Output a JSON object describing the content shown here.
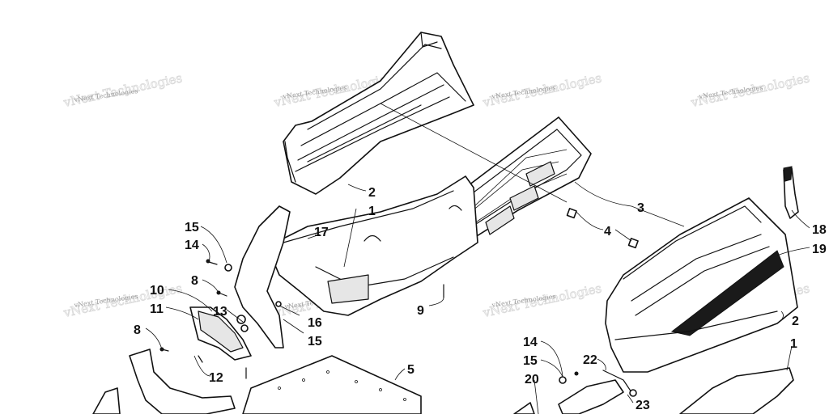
{
  "watermark": {
    "text": "vNext Technologies",
    "overlay": "vNext Technologies"
  },
  "callouts": [
    {
      "id": "c1a",
      "label": "1"
    },
    {
      "id": "c1b",
      "label": "1"
    },
    {
      "id": "c2a",
      "label": "2"
    },
    {
      "id": "c2b",
      "label": "2"
    },
    {
      "id": "c3",
      "label": "3"
    },
    {
      "id": "c4",
      "label": "4"
    },
    {
      "id": "c5",
      "label": "5"
    },
    {
      "id": "c8a",
      "label": "8"
    },
    {
      "id": "c8b",
      "label": "8"
    },
    {
      "id": "c9",
      "label": "9"
    },
    {
      "id": "c10",
      "label": "10"
    },
    {
      "id": "c11",
      "label": "11"
    },
    {
      "id": "c12",
      "label": "12"
    },
    {
      "id": "c13",
      "label": "13"
    },
    {
      "id": "c14a",
      "label": "14"
    },
    {
      "id": "c14b",
      "label": "14"
    },
    {
      "id": "c15a",
      "label": "15"
    },
    {
      "id": "c15b",
      "label": "15"
    },
    {
      "id": "c15c",
      "label": "15"
    },
    {
      "id": "c16",
      "label": "16"
    },
    {
      "id": "c17",
      "label": "17"
    },
    {
      "id": "c18",
      "label": "18"
    },
    {
      "id": "c19",
      "label": "19"
    },
    {
      "id": "c20",
      "label": "20"
    },
    {
      "id": "c22",
      "label": "22"
    },
    {
      "id": "c23",
      "label": "23"
    }
  ]
}
